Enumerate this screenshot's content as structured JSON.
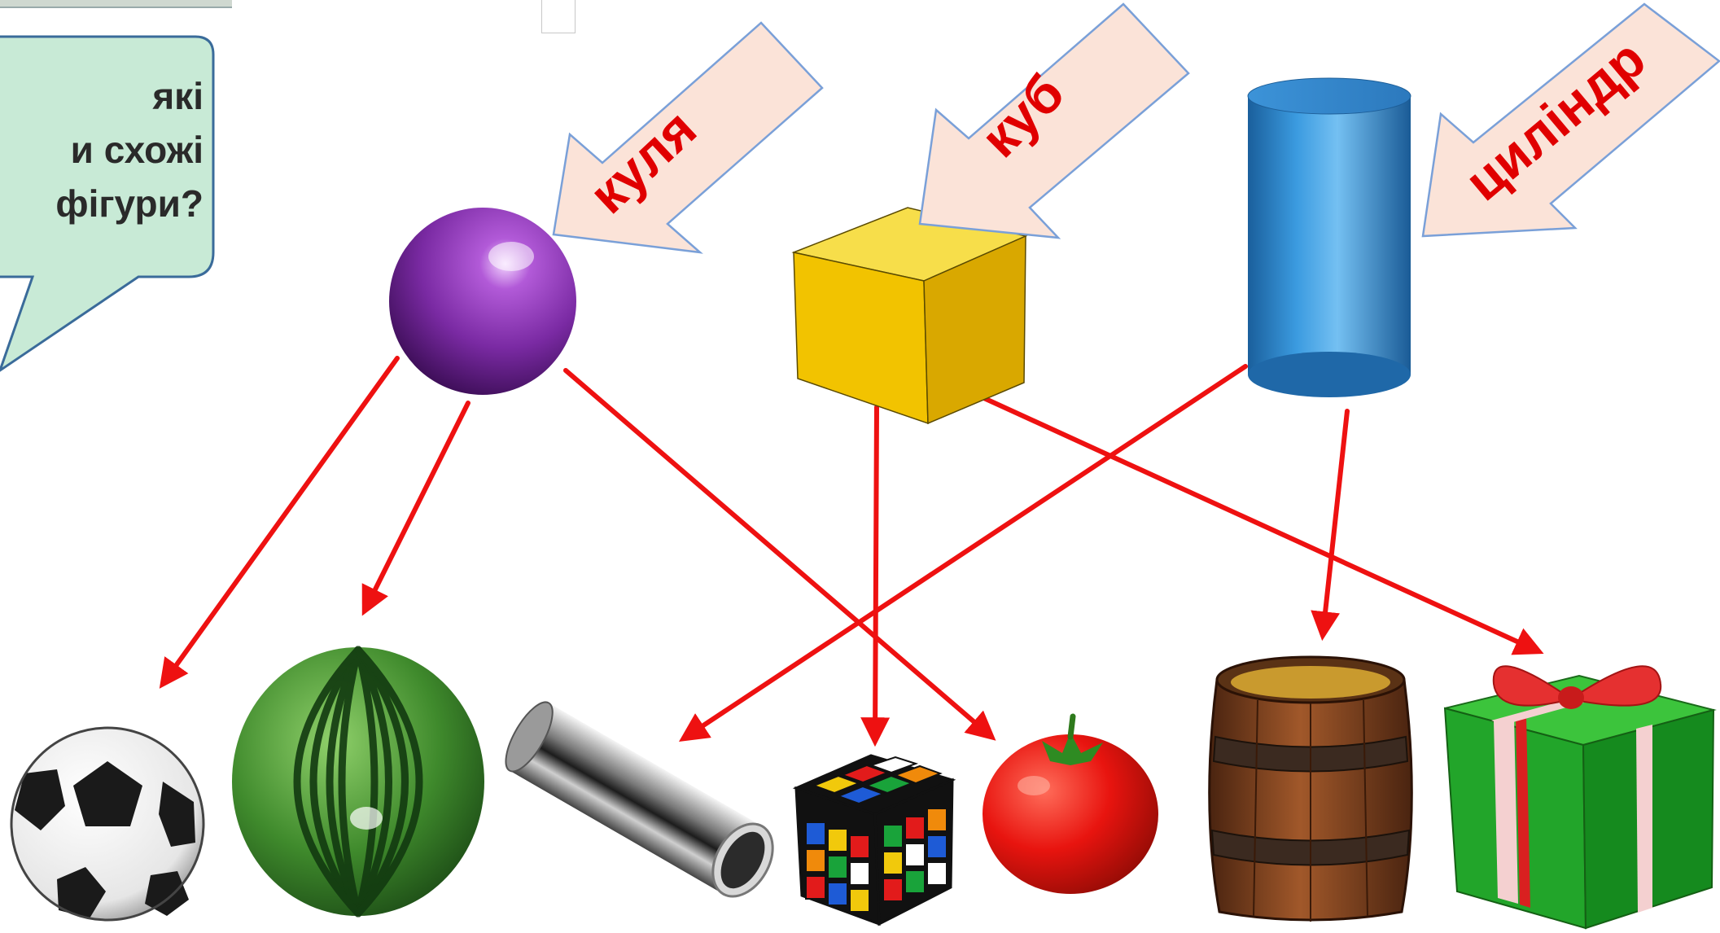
{
  "question": {
    "lines": [
      "Які",
      "предмети схожі",
      "на ці фігури?"
    ],
    "visible_lines": [
      "які",
      "и схожі",
      "фігури?"
    ]
  },
  "shapes": [
    {
      "name": "sphere",
      "label": "куля",
      "color": "#8e35b8"
    },
    {
      "name": "cube",
      "label": "куб",
      "color": "#f2c200"
    },
    {
      "name": "cylinder",
      "label": "циліндр",
      "color": "#2f86c9"
    }
  ],
  "objects": [
    {
      "name": "soccer-ball",
      "shape": "sphere"
    },
    {
      "name": "watermelon",
      "shape": "sphere"
    },
    {
      "name": "metal-pipe",
      "shape": "cylinder"
    },
    {
      "name": "rubiks-cube",
      "shape": "cube"
    },
    {
      "name": "tomato",
      "shape": "sphere"
    },
    {
      "name": "wooden-barrel",
      "shape": "cylinder"
    },
    {
      "name": "gift-box",
      "shape": "cube"
    }
  ],
  "colors": {
    "arrow": "#ee1111",
    "label_text": "#e00000",
    "callout_fill": "#fbe3d8",
    "callout_stroke": "#7aa0d8",
    "bubble_fill": "#c8ead6",
    "bubble_stroke": "#3a6b9a"
  }
}
